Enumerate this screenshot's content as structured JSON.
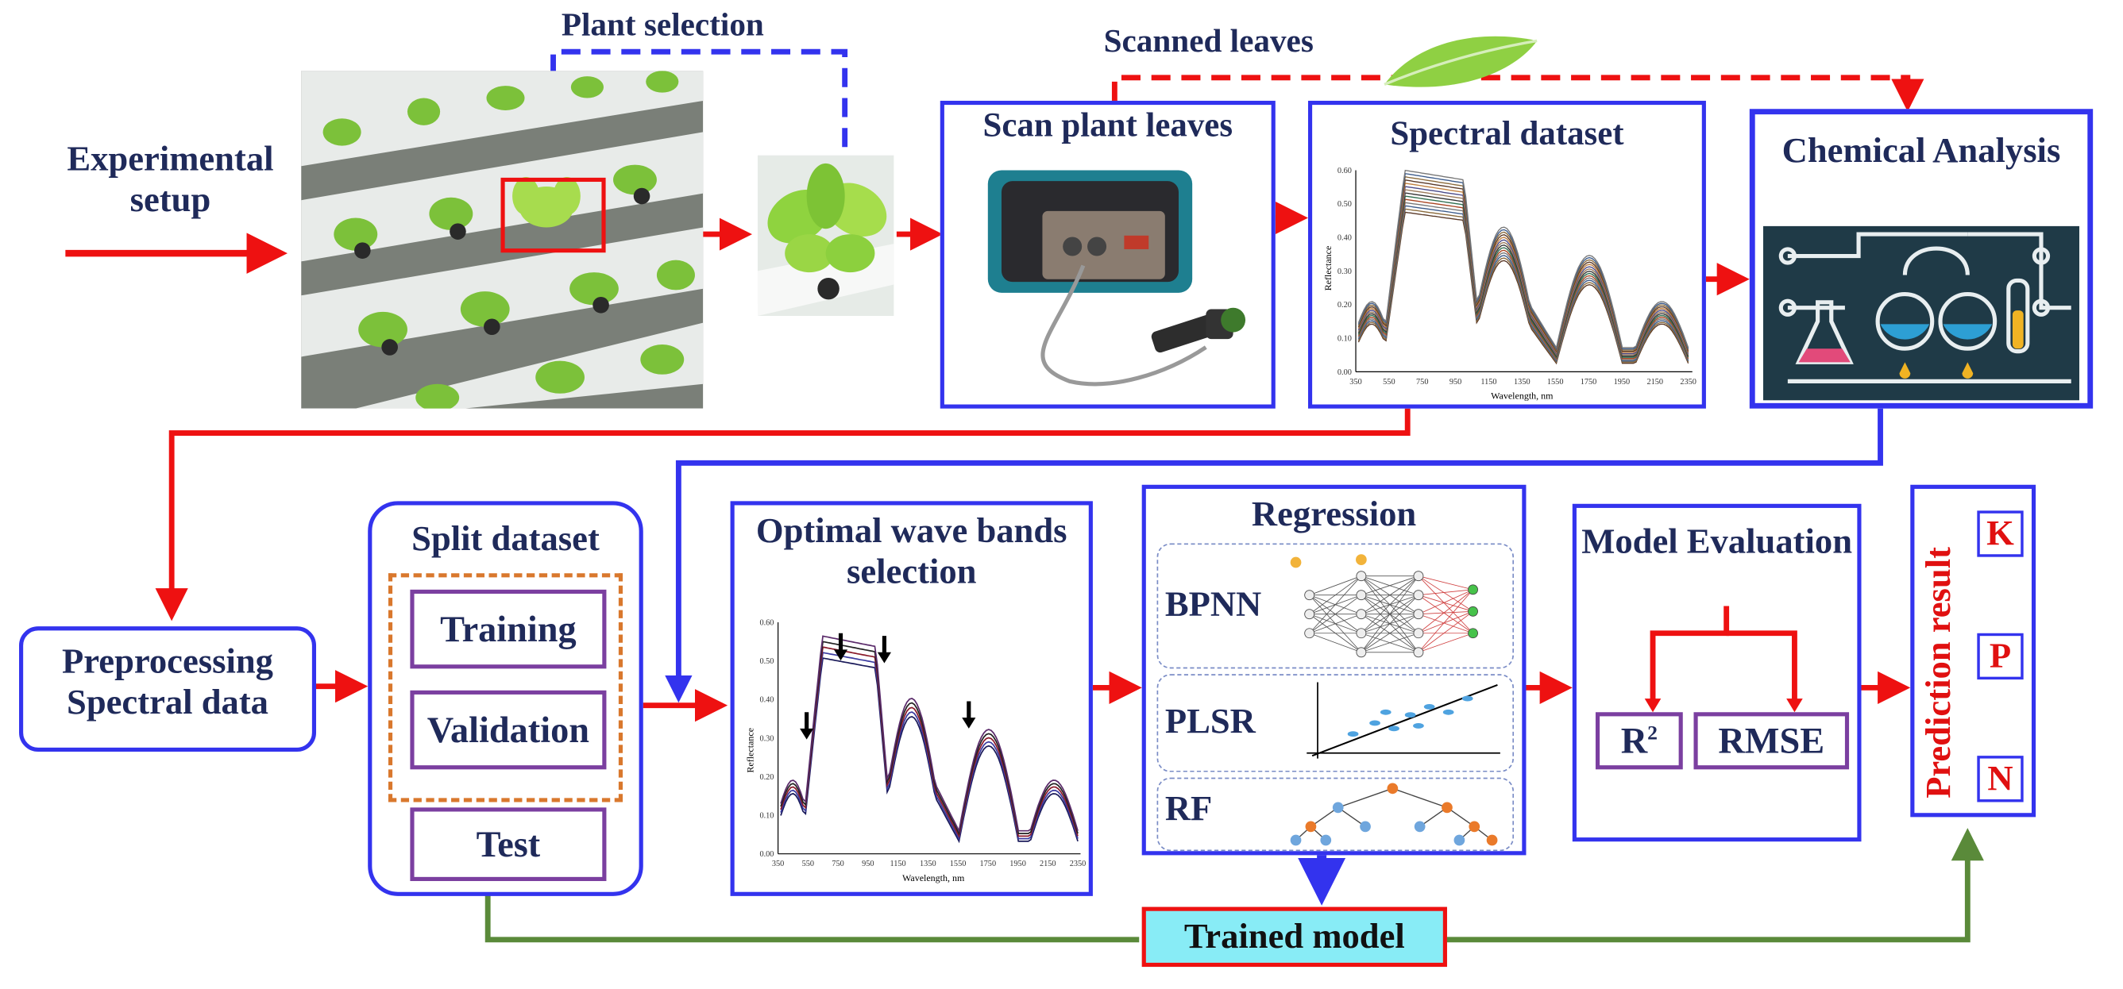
{
  "colors": {
    "flow_red": "#ee1111",
    "box_blue": "#3333ee",
    "text_navy": "#1f2a5a",
    "purple": "#7b3fa0",
    "dash_orange": "#d9782d",
    "green": "#5a8a3a",
    "cyan": "#88ecf6"
  },
  "labels": {
    "experimental_setup": "Experimental setup",
    "plant_selection": "Plant selection",
    "scanned_leaves": "Scanned leaves",
    "scan_plant_leaves": "Scan plant leaves",
    "spectral_dataset": "Spectral dataset",
    "chemical_analysis": "Chemical Analysis",
    "preprocessing": "Preprocessing Spectral data",
    "split_dataset": "Split dataset",
    "training": "Training",
    "validation": "Validation",
    "test": "Test",
    "optimal_bands": "Optimal wave bands selection",
    "regression": "Regression",
    "bpnn": "BPNN",
    "plsr": "PLSR",
    "rf": "RF",
    "model_evaluation": "Model Evaluation",
    "r2": "R",
    "r2_sup": "2",
    "rmse": "RMSE",
    "prediction_result": "Prediction result",
    "k": "K",
    "p": "P",
    "n": "N",
    "trained_model": "Trained model"
  },
  "spectral_chart": {
    "ylabel": "Reflectance",
    "xlabel": "Wavelength, nm",
    "y_ticks": [
      "0.00",
      "0.10",
      "0.20",
      "0.30",
      "0.40",
      "0.50",
      "0.60"
    ],
    "x_ticks": [
      "350",
      "550",
      "750",
      "950",
      "1150",
      "1350",
      "1550",
      "1750",
      "1950",
      "2150",
      "2350"
    ]
  },
  "bands_chart": {
    "ylabel": "Reflectance",
    "xlabel": "Wavelength, nm",
    "y_ticks": [
      "0.00",
      "0.10",
      "0.20",
      "0.30",
      "0.40",
      "0.50",
      "0.60"
    ],
    "x_ticks": [
      "350",
      "550",
      "750",
      "950",
      "1150",
      "1350",
      "1550",
      "1750",
      "1950",
      "2150",
      "2350"
    ]
  },
  "icons": [
    "leaf-icon",
    "spectrometer-icon",
    "flask-icon",
    "neural-net-icon",
    "scatter-plot-icon",
    "tree-icon"
  ]
}
